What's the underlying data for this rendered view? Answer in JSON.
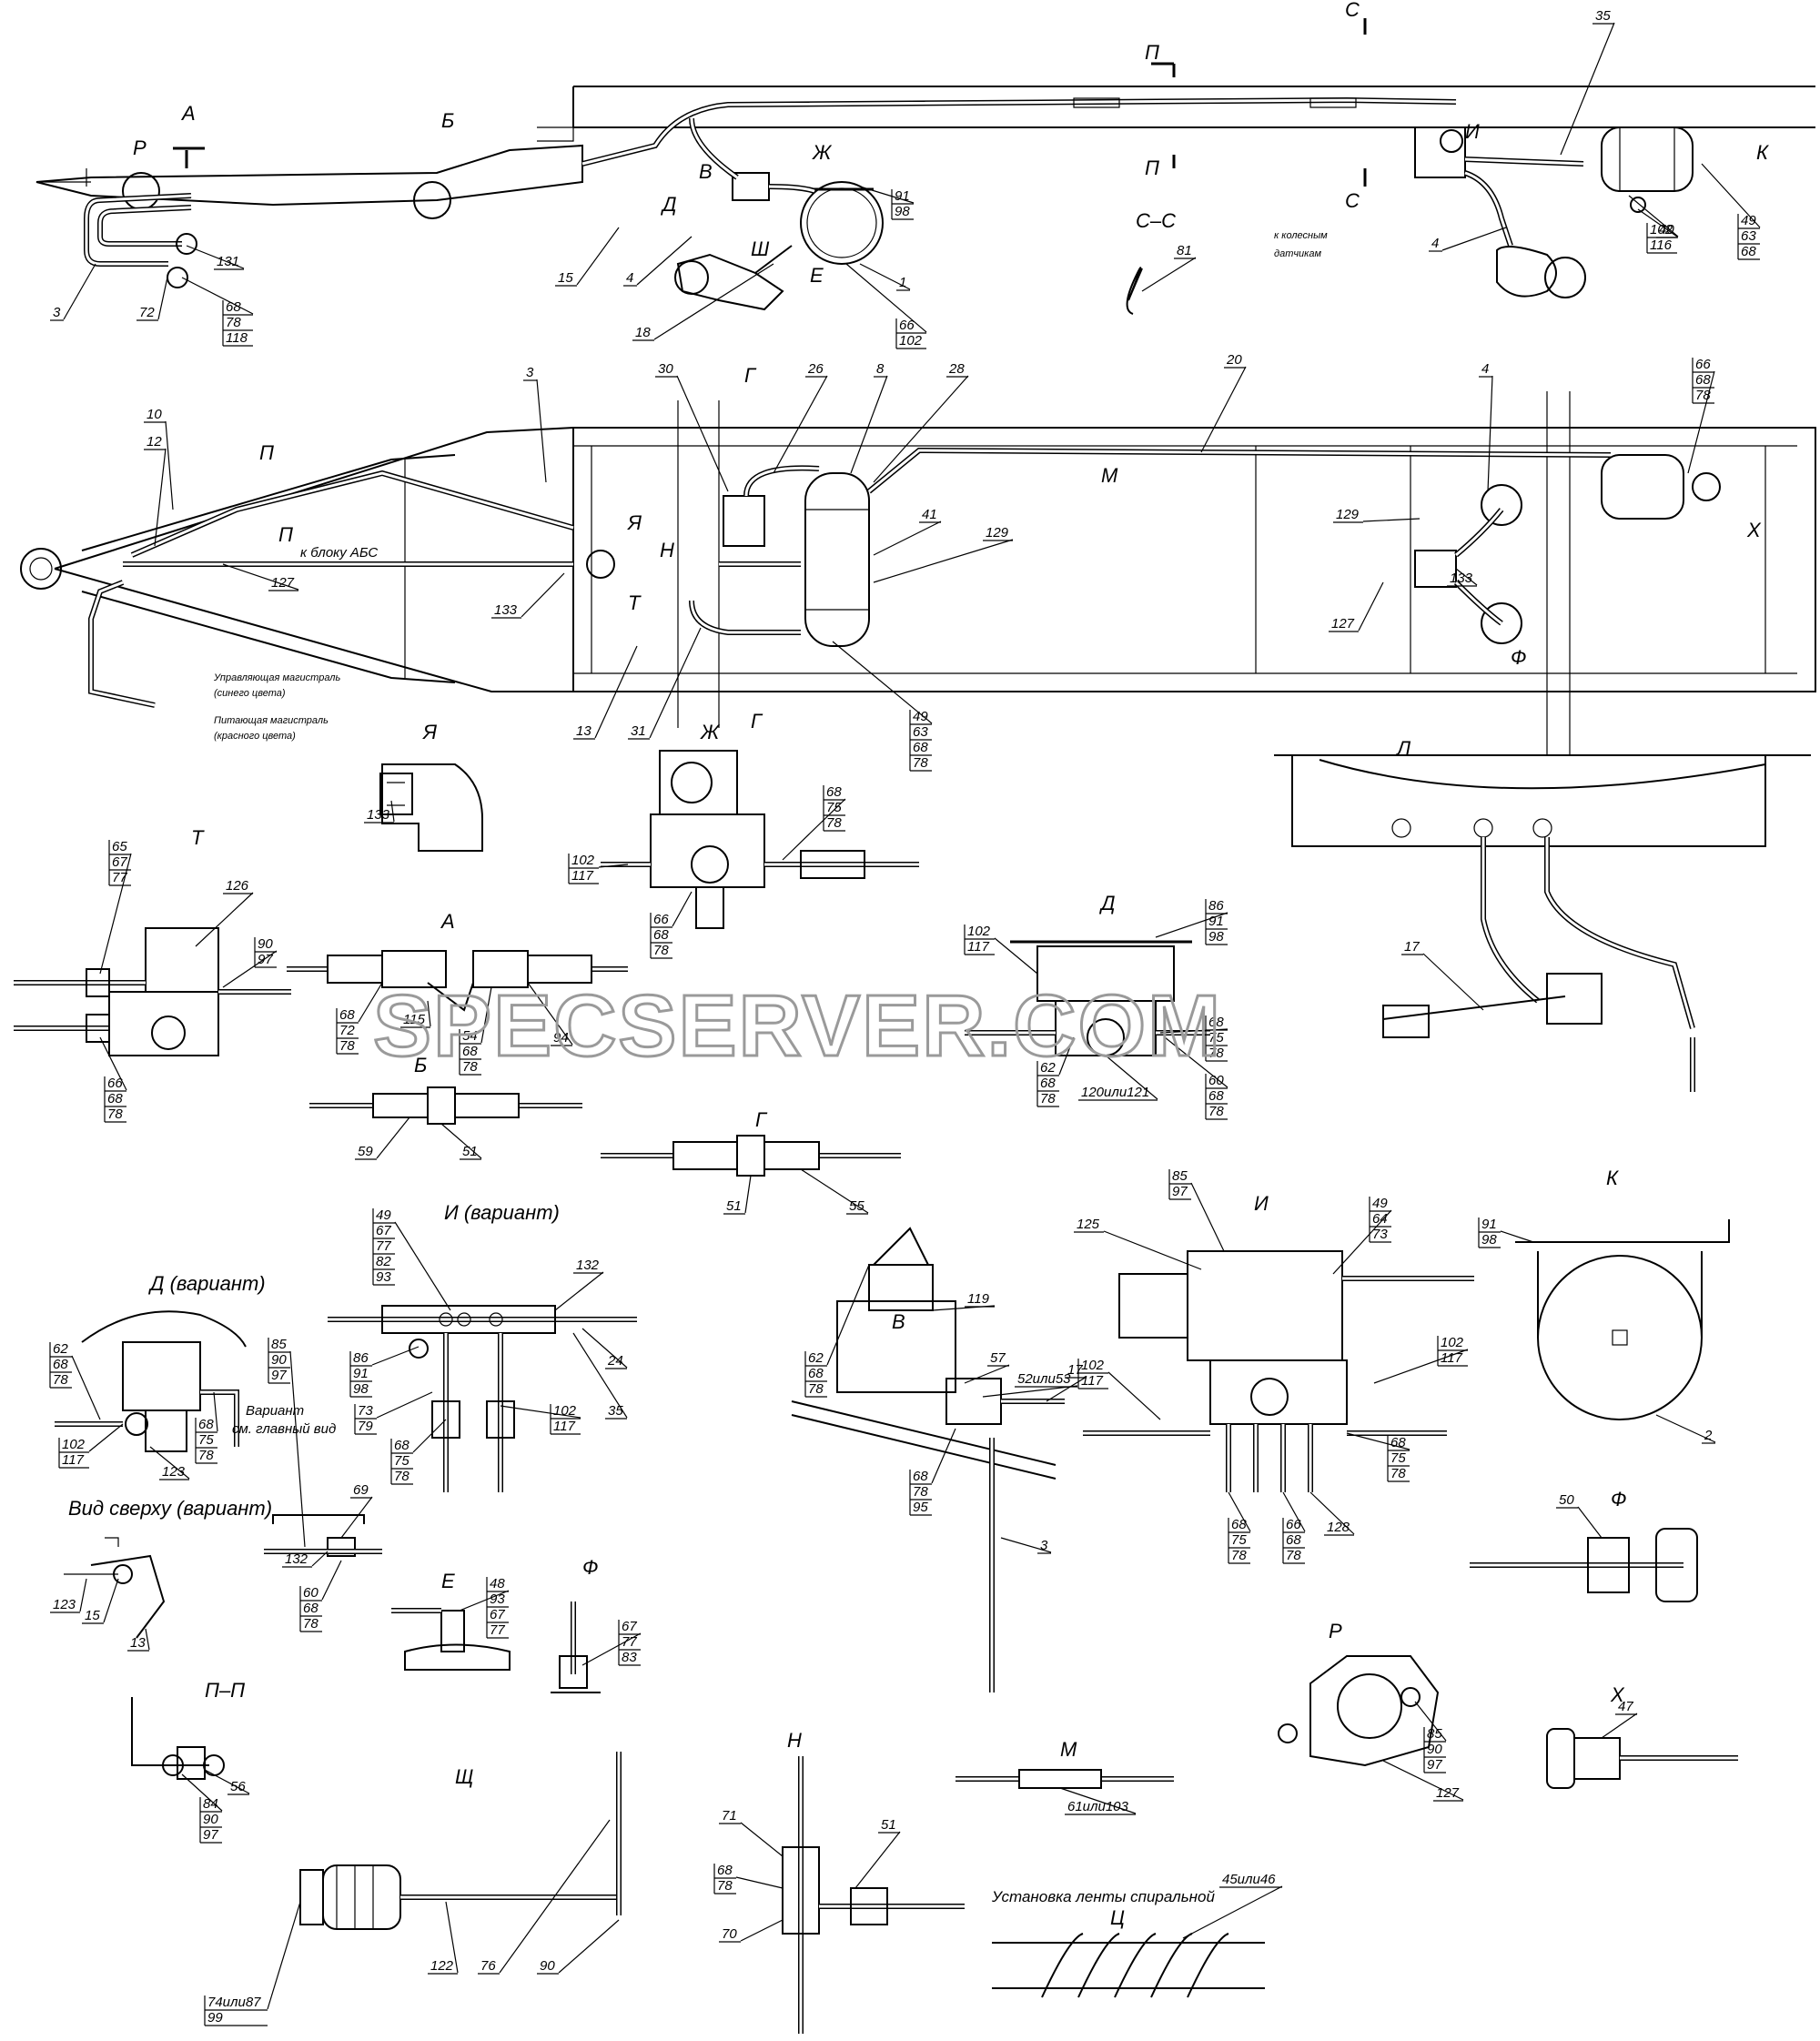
{
  "watermark": "SPECSERVER.COM",
  "notes": {
    "abs_block": "к блоку АБС",
    "wheel_sensors_1": "к колесным",
    "wheel_sensors_2": "датчикам",
    "control_line_1": "Управляющая магистраль",
    "control_line_2": "(синего цвета)",
    "supply_line_1": "Питающая магистраль",
    "supply_line_2": "(красного цвета)",
    "variant_1": "Вариант",
    "variant_2": "см. главный вид",
    "spiral_tape": "Установка ленты спиральной"
  },
  "view_titles": [
    {
      "id": "top-A",
      "text": "А"
    },
    {
      "id": "top-B",
      "text": "Б"
    },
    {
      "id": "top-V",
      "text": "В"
    },
    {
      "id": "top-D",
      "text": "Д"
    },
    {
      "id": "top-Zh",
      "text": "Ж"
    },
    {
      "id": "top-Sh",
      "text": "Ш"
    },
    {
      "id": "top-E",
      "text": "Е"
    },
    {
      "id": "top-R",
      "text": "Р"
    },
    {
      "id": "top-I",
      "text": "И"
    },
    {
      "id": "top-K",
      "text": "К"
    },
    {
      "id": "top-P1",
      "text": "П"
    },
    {
      "id": "top-P2",
      "text": "П"
    },
    {
      "id": "top-S1",
      "text": "С"
    },
    {
      "id": "top-S2",
      "text": "С"
    },
    {
      "id": "top-SS",
      "text": "С–С"
    },
    {
      "id": "mid-P1",
      "text": "П"
    },
    {
      "id": "mid-P2",
      "text": "П"
    },
    {
      "id": "mid-Ya",
      "text": "Я"
    },
    {
      "id": "mid-N",
      "text": "Н"
    },
    {
      "id": "mid-T",
      "text": "Т"
    },
    {
      "id": "mid-G1",
      "text": "Г"
    },
    {
      "id": "mid-G2",
      "text": "Г"
    },
    {
      "id": "mid-M",
      "text": "М"
    },
    {
      "id": "mid-X",
      "text": "Х"
    },
    {
      "id": "mid-F",
      "text": "Ф"
    },
    {
      "id": "v-Ya",
      "text": "Я"
    },
    {
      "id": "v-Zh",
      "text": "Ж"
    },
    {
      "id": "v-L",
      "text": "Л"
    },
    {
      "id": "v-T",
      "text": "Т"
    },
    {
      "id": "v-A",
      "text": "А"
    },
    {
      "id": "v-D",
      "text": "Д"
    },
    {
      "id": "v-B",
      "text": "Б"
    },
    {
      "id": "v-G",
      "text": "Г"
    },
    {
      "id": "v-K",
      "text": "К"
    },
    {
      "id": "v-I",
      "text": "И"
    },
    {
      "id": "v-Ivar",
      "text": "И (вариант)"
    },
    {
      "id": "v-Dvar",
      "text": "Д (вариант)"
    },
    {
      "id": "v-V",
      "text": "В"
    },
    {
      "id": "v-topvar",
      "text": "Вид сверху (вариант)"
    },
    {
      "id": "v-F1",
      "text": "Ф"
    },
    {
      "id": "v-E",
      "text": "Е"
    },
    {
      "id": "v-F2",
      "text": "Ф"
    },
    {
      "id": "v-R",
      "text": "Р"
    },
    {
      "id": "v-PP",
      "text": "П–П"
    },
    {
      "id": "v-X",
      "text": "Х"
    },
    {
      "id": "v-Sch",
      "text": "Щ"
    },
    {
      "id": "v-N",
      "text": "Н"
    },
    {
      "id": "v-M",
      "text": "М"
    },
    {
      "id": "v-Ts",
      "text": "Ц"
    }
  ],
  "callouts": [
    {
      "id": "c-35",
      "text": "35"
    },
    {
      "id": "c-3a",
      "text": "3"
    },
    {
      "id": "c-72",
      "text": "72"
    },
    {
      "id": "c-131",
      "text": "131"
    },
    {
      "id": "c-68-78-118",
      "lines": [
        "68",
        "78",
        "118"
      ]
    },
    {
      "id": "c-15a",
      "text": "15"
    },
    {
      "id": "c-4a",
      "text": "4"
    },
    {
      "id": "c-18",
      "text": "18"
    },
    {
      "id": "c-1",
      "text": "1"
    },
    {
      "id": "c-91-98a",
      "lines": [
        "91",
        "98"
      ]
    },
    {
      "id": "c-66-102",
      "lines": [
        "66",
        "102"
      ]
    },
    {
      "id": "c-81",
      "text": "81"
    },
    {
      "id": "c-4b",
      "text": "4"
    },
    {
      "id": "c-40",
      "text": "40"
    },
    {
      "id": "c-102-116",
      "lines": [
        "102",
        "116"
      ]
    },
    {
      "id": "c-49-63-68a",
      "lines": [
        "49",
        "63",
        "68"
      ]
    },
    {
      "id": "c-10",
      "text": "10"
    },
    {
      "id": "c-12",
      "text": "12"
    },
    {
      "id": "c-3b",
      "text": "3"
    },
    {
      "id": "c-127a",
      "text": "127"
    },
    {
      "id": "c-133a",
      "text": "133"
    },
    {
      "id": "c-13",
      "text": "13"
    },
    {
      "id": "c-30",
      "text": "30"
    },
    {
      "id": "c-26",
      "text": "26"
    },
    {
      "id": "c-8",
      "text": "8"
    },
    {
      "id": "c-28",
      "text": "28"
    },
    {
      "id": "c-41",
      "text": "41"
    },
    {
      "id": "c-129a",
      "text": "129"
    },
    {
      "id": "c-31",
      "text": "31"
    },
    {
      "id": "c-49-63-68-78",
      "lines": [
        "49",
        "63",
        "68",
        "78"
      ]
    },
    {
      "id": "c-20",
      "text": "20"
    },
    {
      "id": "c-4c",
      "text": "4"
    },
    {
      "id": "c-129b",
      "text": "129"
    },
    {
      "id": "c-133b",
      "text": "133"
    },
    {
      "id": "c-127b",
      "text": "127"
    },
    {
      "id": "c-66-68-78a",
      "lines": [
        "66",
        "68",
        "78"
      ]
    },
    {
      "id": "c-133c",
      "text": "133"
    },
    {
      "id": "c-68-75-78a",
      "lines": [
        "68",
        "75",
        "78"
      ]
    },
    {
      "id": "c-102-117a",
      "lines": [
        "102",
        "117"
      ]
    },
    {
      "id": "c-66-68-78b",
      "lines": [
        "66",
        "68",
        "78"
      ]
    },
    {
      "id": "c-65-67-77",
      "lines": [
        "65",
        "67",
        "77"
      ]
    },
    {
      "id": "c-126",
      "text": "126"
    },
    {
      "id": "c-90-97a",
      "lines": [
        "90",
        "97"
      ]
    },
    {
      "id": "c-66-68-78c",
      "lines": [
        "66",
        "68",
        "78"
      ]
    },
    {
      "id": "c-68-72-78",
      "lines": [
        "68",
        "72",
        "78"
      ]
    },
    {
      "id": "c-115",
      "text": "115"
    },
    {
      "id": "c-54-68-78",
      "lines": [
        "54",
        "68",
        "78"
      ]
    },
    {
      "id": "c-94",
      "text": "94"
    },
    {
      "id": "c-59",
      "text": "59"
    },
    {
      "id": "c-51a",
      "text": "51"
    },
    {
      "id": "c-51b",
      "text": "51"
    },
    {
      "id": "c-55",
      "text": "55"
    },
    {
      "id": "c-86-91-98a",
      "lines": [
        "86",
        "91",
        "98"
      ]
    },
    {
      "id": "c-102-117b",
      "lines": [
        "102",
        "117"
      ]
    },
    {
      "id": "c-62-68-78a",
      "lines": [
        "62",
        "68",
        "78"
      ]
    },
    {
      "id": "c-120-121",
      "text": "120или121"
    },
    {
      "id": "c-68-75-78b",
      "lines": [
        "68",
        "75",
        "78"
      ]
    },
    {
      "id": "c-60-68-78a",
      "lines": [
        "60",
        "68",
        "78"
      ]
    },
    {
      "id": "c-17a",
      "text": "17"
    },
    {
      "id": "c-49-67-77-82-93",
      "lines": [
        "49",
        "67",
        "77",
        "82",
        "93"
      ]
    },
    {
      "id": "c-132a",
      "text": "132"
    },
    {
      "id": "c-86-91-98b",
      "lines": [
        "86",
        "91",
        "98"
      ]
    },
    {
      "id": "c-24",
      "text": "24"
    },
    {
      "id": "c-35b",
      "text": "35"
    },
    {
      "id": "c-73-79",
      "lines": [
        "73",
        "79"
      ]
    },
    {
      "id": "c-68-75-78c",
      "lines": [
        "68",
        "75",
        "78"
      ]
    },
    {
      "id": "c-102-117c",
      "lines": [
        "102",
        "117"
      ]
    },
    {
      "id": "c-85-97",
      "lines": [
        "85",
        "97"
      ]
    },
    {
      "id": "c-125",
      "text": "125"
    },
    {
      "id": "c-49-64-73",
      "lines": [
        "49",
        "64",
        "73"
      ]
    },
    {
      "id": "c-102-117d",
      "lines": [
        "102",
        "117"
      ]
    },
    {
      "id": "c-102-117e",
      "lines": [
        "102",
        "117"
      ]
    },
    {
      "id": "c-68-75-78d",
      "lines": [
        "68",
        "75",
        "78"
      ]
    },
    {
      "id": "c-66-68-78d",
      "lines": [
        "66",
        "68",
        "78"
      ]
    },
    {
      "id": "c-128",
      "text": "128"
    },
    {
      "id": "c-68-75-78e",
      "lines": [
        "68",
        "75",
        "78"
      ]
    },
    {
      "id": "c-91-98b",
      "lines": [
        "91",
        "98"
      ]
    },
    {
      "id": "c-2",
      "text": "2"
    },
    {
      "id": "c-62-68-78b",
      "lines": [
        "62",
        "68",
        "78"
      ]
    },
    {
      "id": "c-102-117f",
      "lines": [
        "102",
        "117"
      ]
    },
    {
      "id": "c-123a",
      "text": "123"
    },
    {
      "id": "c-68-75-78f",
      "lines": [
        "68",
        "75",
        "78"
      ]
    },
    {
      "id": "c-85-90-97a",
      "lines": [
        "85",
        "90",
        "97"
      ]
    },
    {
      "id": "c-69",
      "text": "69"
    },
    {
      "id": "c-132b",
      "text": "132"
    },
    {
      "id": "c-60-68-78b",
      "lines": [
        "60",
        "68",
        "78"
      ]
    },
    {
      "id": "c-123b",
      "text": "123"
    },
    {
      "id": "c-15b",
      "text": "15"
    },
    {
      "id": "c-13b",
      "text": "13"
    },
    {
      "id": "c-62-68-78c",
      "lines": [
        "62",
        "68",
        "78"
      ]
    },
    {
      "id": "c-119",
      "text": "119"
    },
    {
      "id": "c-57",
      "text": "57"
    },
    {
      "id": "c-52-53",
      "text": "52или53"
    },
    {
      "id": "c-17b",
      "text": "17"
    },
    {
      "id": "c-68-78-95",
      "lines": [
        "68",
        "78",
        "95"
      ]
    },
    {
      "id": "c-3c",
      "text": "3"
    },
    {
      "id": "c-48-93-67-77",
      "lines": [
        "48",
        "93",
        "67",
        "77"
      ]
    },
    {
      "id": "c-67-77-83",
      "lines": [
        "67",
        "77",
        "83"
      ]
    },
    {
      "id": "c-50",
      "text": "50"
    },
    {
      "id": "c-85-90-97b",
      "lines": [
        "85",
        "90",
        "97"
      ]
    },
    {
      "id": "c-127c",
      "text": "127"
    },
    {
      "id": "c-56",
      "text": "56"
    },
    {
      "id": "c-84-90-97",
      "lines": [
        "84",
        "90",
        "97"
      ]
    },
    {
      "id": "c-47",
      "text": "47"
    },
    {
      "id": "c-71",
      "text": "71"
    },
    {
      "id": "c-51c",
      "text": "51"
    },
    {
      "id": "c-68-78n",
      "lines": [
        "68",
        "78"
      ]
    },
    {
      "id": "c-70",
      "text": "70"
    },
    {
      "id": "c-61-103",
      "text": "61или103"
    },
    {
      "id": "c-45-46",
      "text": "45или46"
    },
    {
      "id": "c-74-87-99",
      "lines": [
        "74или87",
        "99"
      ]
    },
    {
      "id": "c-122",
      "text": "122"
    },
    {
      "id": "c-76",
      "text": "76"
    },
    {
      "id": "c-90",
      "text": "90"
    }
  ]
}
